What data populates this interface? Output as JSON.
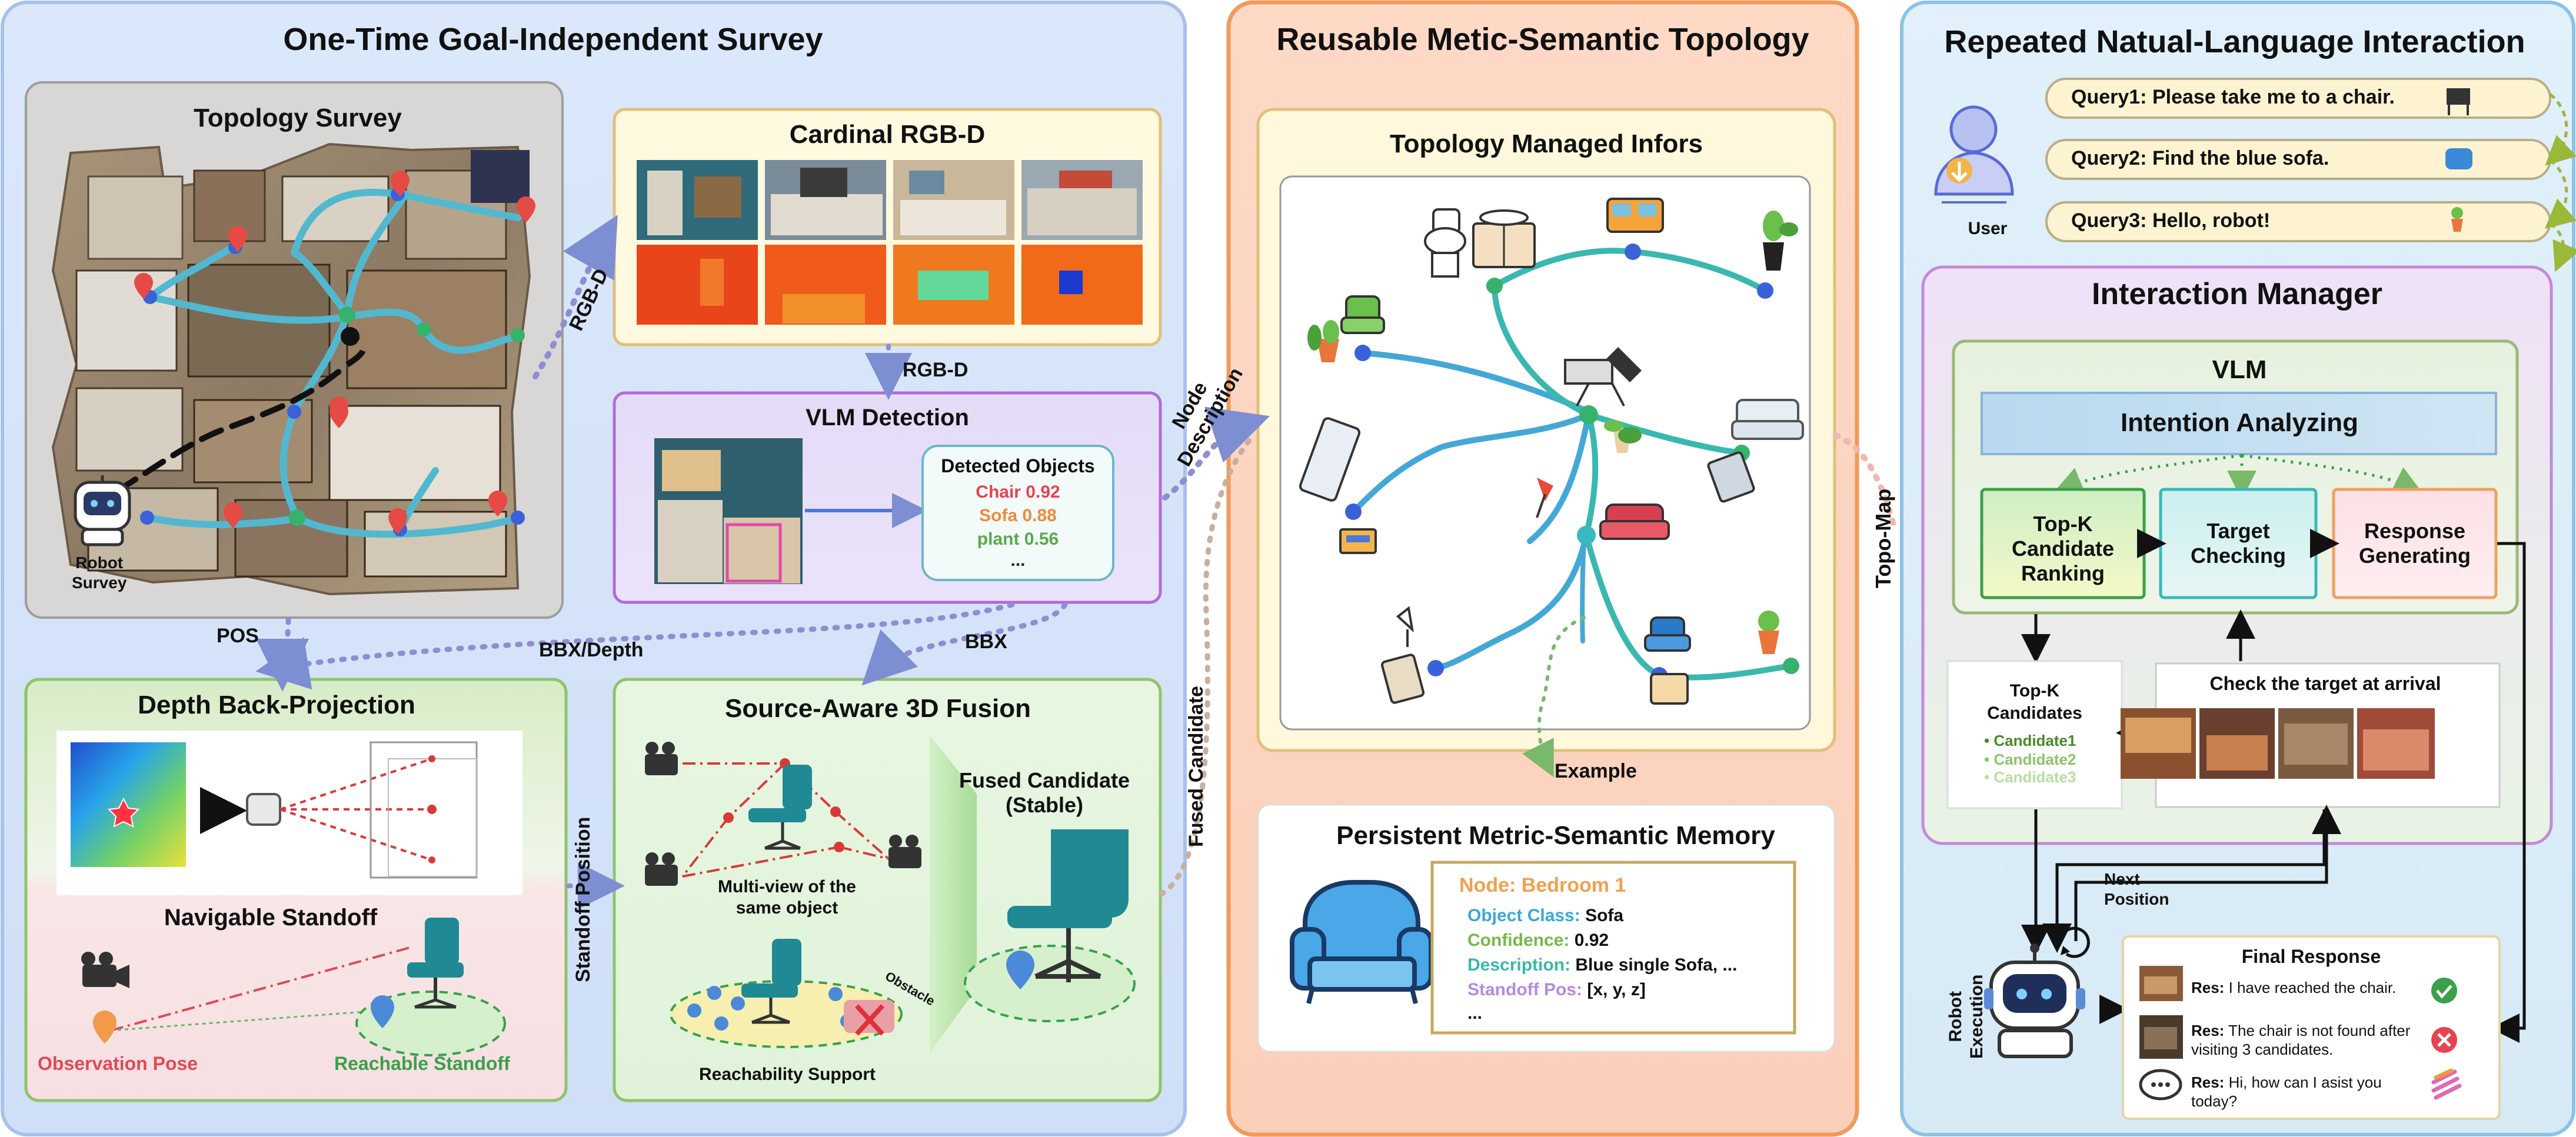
{
  "colors": {
    "panel_survey": "#d9e6fa",
    "panel_topology": "#fcd8c4",
    "panel_interaction": "#ddeef8",
    "purple_border": "#b36ad6",
    "green_border": "#8fc46a",
    "orange_border": "#f0a060",
    "red_label": "#e04a55",
    "green_label": "#3aa04a",
    "arrow_dotted_blue": "#7e8ed2"
  },
  "survey": {
    "title": "One-Time Goal-Independent Survey",
    "topology_survey": {
      "title": "Topology Survey",
      "robot_label": "Robot\nSurvey"
    },
    "cardinal": {
      "title": "Cardinal RGB-D"
    },
    "rgbd_side_label": "RGB-D",
    "rgbd_down_label": "RGB-D",
    "vlm_detection": {
      "title": "VLM Detection",
      "detected_title": "Detected Objects",
      "objects": [
        {
          "text": "Chair 0.92",
          "color": "#e8434f"
        },
        {
          "text": "Sofa 0.88",
          "color": "#f08a3a"
        },
        {
          "text": "plant 0.56",
          "color": "#5aa84a"
        },
        {
          "text": "...",
          "color": "#222222"
        }
      ]
    },
    "pos_label": "POS",
    "bbx_depth_label": "BBX/Depth",
    "bbx_label": "BBX",
    "depth": {
      "title": "Depth Back-Projection",
      "standoff_title": "Navigable Standoff",
      "observation_label": "Observation Pose",
      "reachable_label": "Reachable Standoff"
    },
    "standoff_position_label": "Standoff Position",
    "fusion": {
      "title": "Source-Aware 3D Fusion",
      "multiview_label": "Multi-view of the\nsame object",
      "reachability_label": "Reachability Support",
      "obstacle_label": "Obstacle",
      "fused_title": "Fused Candidate\n(Stable)"
    }
  },
  "topology": {
    "title": "Reusable Metic-Semantic Topology",
    "managed_title": "Topology Managed Infors",
    "node_description_label": "Node\nDescription",
    "fused_candidate_label": "Fused Candidate",
    "example_label": "Example",
    "memory": {
      "title": "Persistent Metric-Semantic Memory",
      "node_title": "Node: Bedroom 1",
      "rows": [
        {
          "key": "Object Class:",
          "value": "Sofa",
          "color": "#3aa8d8"
        },
        {
          "key": "Confidence:",
          "value": "0.92",
          "color": "#76b84a"
        },
        {
          "key": "Description:",
          "value": "Blue single Sofa, ...",
          "color": "#3ab8a8"
        },
        {
          "key": "Standoff Pos:",
          "value": "[x, y, z]",
          "color": "#b48ae0"
        }
      ],
      "ellipsis": "..."
    }
  },
  "interaction": {
    "title": "Repeated Natual-Language Interaction",
    "user_label": "User",
    "queries": [
      "Query1: Please take me to a chair.",
      "Query2: Find the blue sofa.",
      "Query3: Hello, robot!"
    ],
    "topo_map_label": "Topo-Map",
    "manager": {
      "title": "Interaction Manager",
      "vlm_title": "VLM",
      "intention": "Intention Analyzing",
      "ranking": "Top-K\nCandidate\nRanking",
      "checking": "Target\nChecking",
      "generating": "Response\nGenerating"
    },
    "topk": {
      "title": "Top-K\nCandidates",
      "items": [
        "Candidate1",
        "Candidate2",
        "Candidate3"
      ],
      "item_colors": [
        "#4a8a2a",
        "#8cc46a",
        "#b9dea0"
      ]
    },
    "check_title": "Check the target at arrival",
    "next_position": "Next\nPosition",
    "robot_execution": "Robot\nExecution",
    "final": {
      "title": "Final Response",
      "responses": [
        {
          "prefix": "Res:",
          "text": "I have reached the chair."
        },
        {
          "prefix": "Res:",
          "text": "The chair is not found after\nvisiting 3 candidates."
        },
        {
          "prefix": "Res:",
          "text": "Hi, how can I asist you\ntoday?"
        }
      ]
    }
  }
}
